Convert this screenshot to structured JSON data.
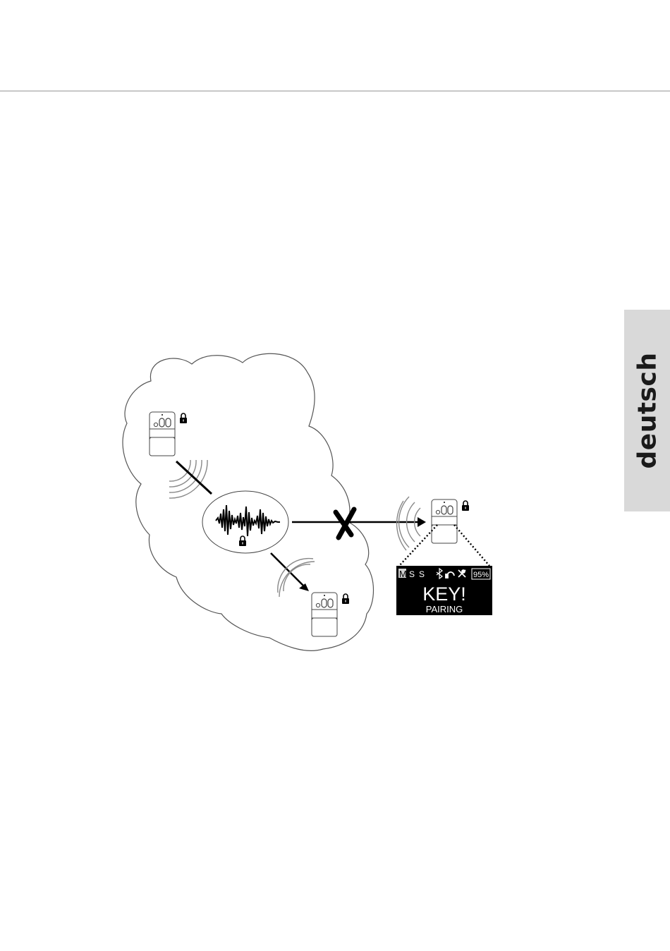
{
  "sidebar": {
    "language_label": "deutsch"
  },
  "display": {
    "mode_letters": [
      "M",
      "S",
      "S"
    ],
    "battery": "95%",
    "main_text": "KEY!",
    "sub_text": "PAIRING"
  },
  "icons": [
    "lock-icon",
    "bluetooth-icon",
    "headset-icon",
    "mic-muted-icon",
    "battery-icon",
    "cross-icon"
  ],
  "colors": {
    "display_bg": "#000000",
    "tab_bg": "#d9d9d9",
    "active_mode_bg": "#d0d0d0"
  }
}
